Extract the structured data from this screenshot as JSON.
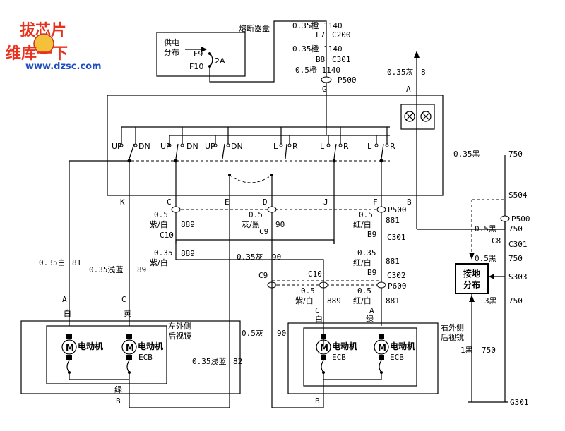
{
  "logo": {
    "top": "拔芯片",
    "main": "维库一下",
    "url": "www.dzsc.com"
  },
  "fuse_box": {
    "title": "熔断器盒",
    "power_label_1": "供电",
    "power_label_2": "分布",
    "f9": "F9",
    "f10": "F10",
    "rating": "2A"
  },
  "top_wires": {
    "w1": "0.35橙 1140",
    "c1": "L7",
    "c1b": "C200",
    "w2": "0.35橙 1140",
    "c2": "B8",
    "c2b": "C301",
    "w3": "0.5橙 1140",
    "p1": "P500",
    "g": "G"
  },
  "right_top": {
    "wire": "0.35灰",
    "num": "8",
    "a": "A"
  },
  "switch": {
    "labels": [
      "UP",
      "DN",
      "UP",
      "DN",
      "UP",
      "DN",
      "L",
      "R",
      "L",
      "R",
      "L",
      "R"
    ],
    "pins": [
      "K",
      "C",
      "E",
      "D",
      "J",
      "F",
      "B"
    ]
  },
  "left_block": {
    "w_889a": "0.5",
    "w_889a_c": "紫/白",
    "w_889a_n": "889",
    "c10": "C10",
    "w_889b": "0.35",
    "w_889b_c": "紫/白",
    "w_889b_n": "889",
    "w_81": "0.35白",
    "w_81_n": "81",
    "w_89": "0.35浅蓝",
    "w_89_n": "89",
    "a": "A",
    "c": "C",
    "white": "白",
    "yellow": "黄",
    "mirror_1": "左外侧",
    "mirror_2": "后视镜",
    "motor": "电动机",
    "ecb": "ECB",
    "green": "绿",
    "b": "B",
    "w_82": "0.35浅蓝",
    "w_82_n": "82"
  },
  "mid_block": {
    "w_90a": "0.5",
    "w_90a_c": "灰/黑",
    "w_90a_n": "90",
    "c9": "C9",
    "w_90b": "0.35灰",
    "w_90b_n": "90",
    "c9b": "C9",
    "c10b": "C10",
    "w_889c": "0.5",
    "w_889c_c": "紫/白",
    "w_889c_n": "889",
    "w_90c": "0.5灰",
    "w_90c_n": "90"
  },
  "right_block": {
    "w_881a": "0.5",
    "w_881a_c": "红/白",
    "w_881a_n": "881",
    "p500": "P500",
    "b9": "B9",
    "c301": "C301",
    "w_881b": "0.35",
    "w_881b_c": "红/白",
    "w_881b_n": "881",
    "b9b": "B9",
    "c302": "C302",
    "p600": "P600",
    "w_881c": "0.5",
    "w_881c_c": "红/白",
    "w_881c_n": "881",
    "c": "C",
    "a": "A",
    "white": "白",
    "green": "绿",
    "mirror_1": "右外侧",
    "mirror_2": "后视镜",
    "b": "B"
  },
  "ground": {
    "w_750a": "0.35黑",
    "w_750a_n": "750",
    "s504": "S504",
    "p500": "P500",
    "w_750b": "0.5黑",
    "w_750b_n": "750",
    "c8": "C8",
    "c301": "C301",
    "w_750c": "0.5黑",
    "w_750c_n": "750",
    "box_1": "接地",
    "box_2": "分布",
    "s303": "S303",
    "w_750d": "3黑",
    "w_750d_n": "750",
    "w_750e": "1黑",
    "w_750e_n": "750",
    "g301": "G301"
  }
}
